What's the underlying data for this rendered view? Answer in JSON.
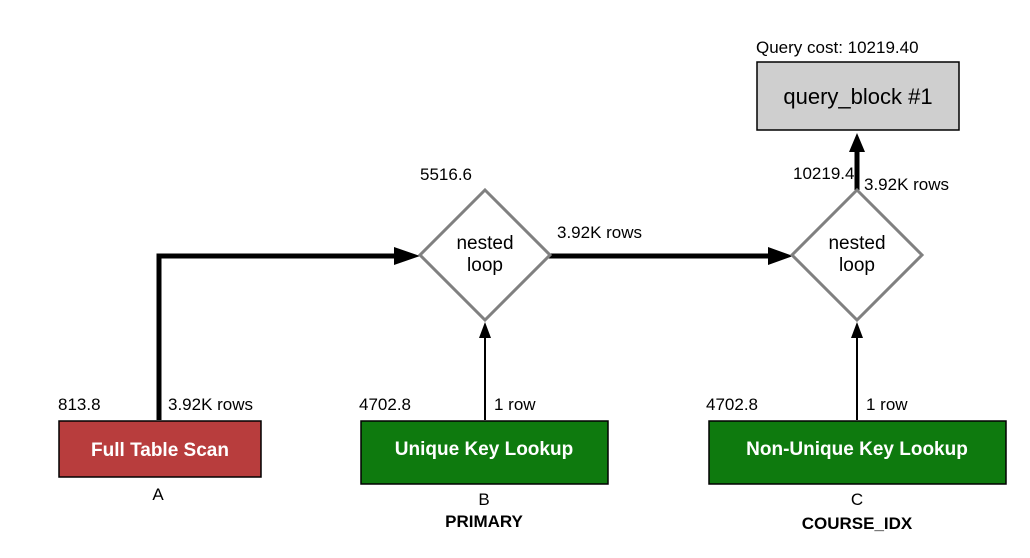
{
  "query_block": {
    "cost_label": "Query cost: 10219.40",
    "label": "query_block #1"
  },
  "full_scan": {
    "label": "Full Table Scan",
    "cost": "813.8",
    "rows": "3.92K rows",
    "table": "A",
    "fill": "#b83d3d"
  },
  "unique_lookup": {
    "label": "Unique Key Lookup",
    "cost": "4702.8",
    "rows": "1 row",
    "table": "B",
    "key": "PRIMARY",
    "fill": "#0e7a0e"
  },
  "nonunique_lookup": {
    "label": "Non-Unique Key Lookup",
    "cost": "4702.8",
    "rows": "1 row",
    "table": "C",
    "key": "COURSE_IDX",
    "fill": "#0e7a0e"
  },
  "nested_loop_1": {
    "line1": "nested",
    "line2": "loop",
    "cost": "5516.6",
    "rows_out": "3.92K rows"
  },
  "nested_loop_2": {
    "line1": "nested",
    "line2": "loop",
    "cost": "10219.4",
    "rows_out": "3.92K rows"
  }
}
